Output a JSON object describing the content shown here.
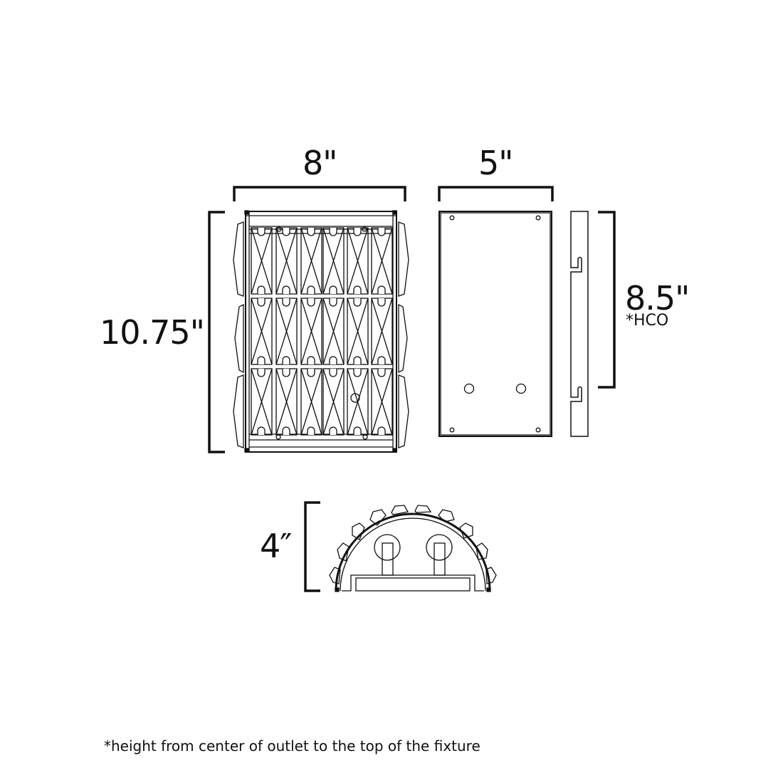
{
  "diagram": {
    "type": "technical-dimension-drawing",
    "subject": "wall sconce fixture",
    "views": [
      {
        "name": "front-view",
        "dimensions": {
          "width": "8\"",
          "height": "10.75\""
        }
      },
      {
        "name": "backplate-view",
        "dimensions": {
          "width": "5\""
        }
      },
      {
        "name": "side-view",
        "dimensions": {
          "hco": "8.5\"",
          "hco_label": "*HCO"
        }
      },
      {
        "name": "top-view",
        "dimensions": {
          "depth": "4″"
        }
      }
    ]
  },
  "labels": {
    "width_front": "8\"",
    "width_backplate": "5\"",
    "height_front": "10.75\"",
    "hco_value": "8.5\"",
    "hco_label": "*HCO",
    "depth_top": "4″",
    "footnote": "*height from center of outlet to the top of the fixture"
  },
  "colors": {
    "line": "#111111",
    "background": "#ffffff"
  }
}
